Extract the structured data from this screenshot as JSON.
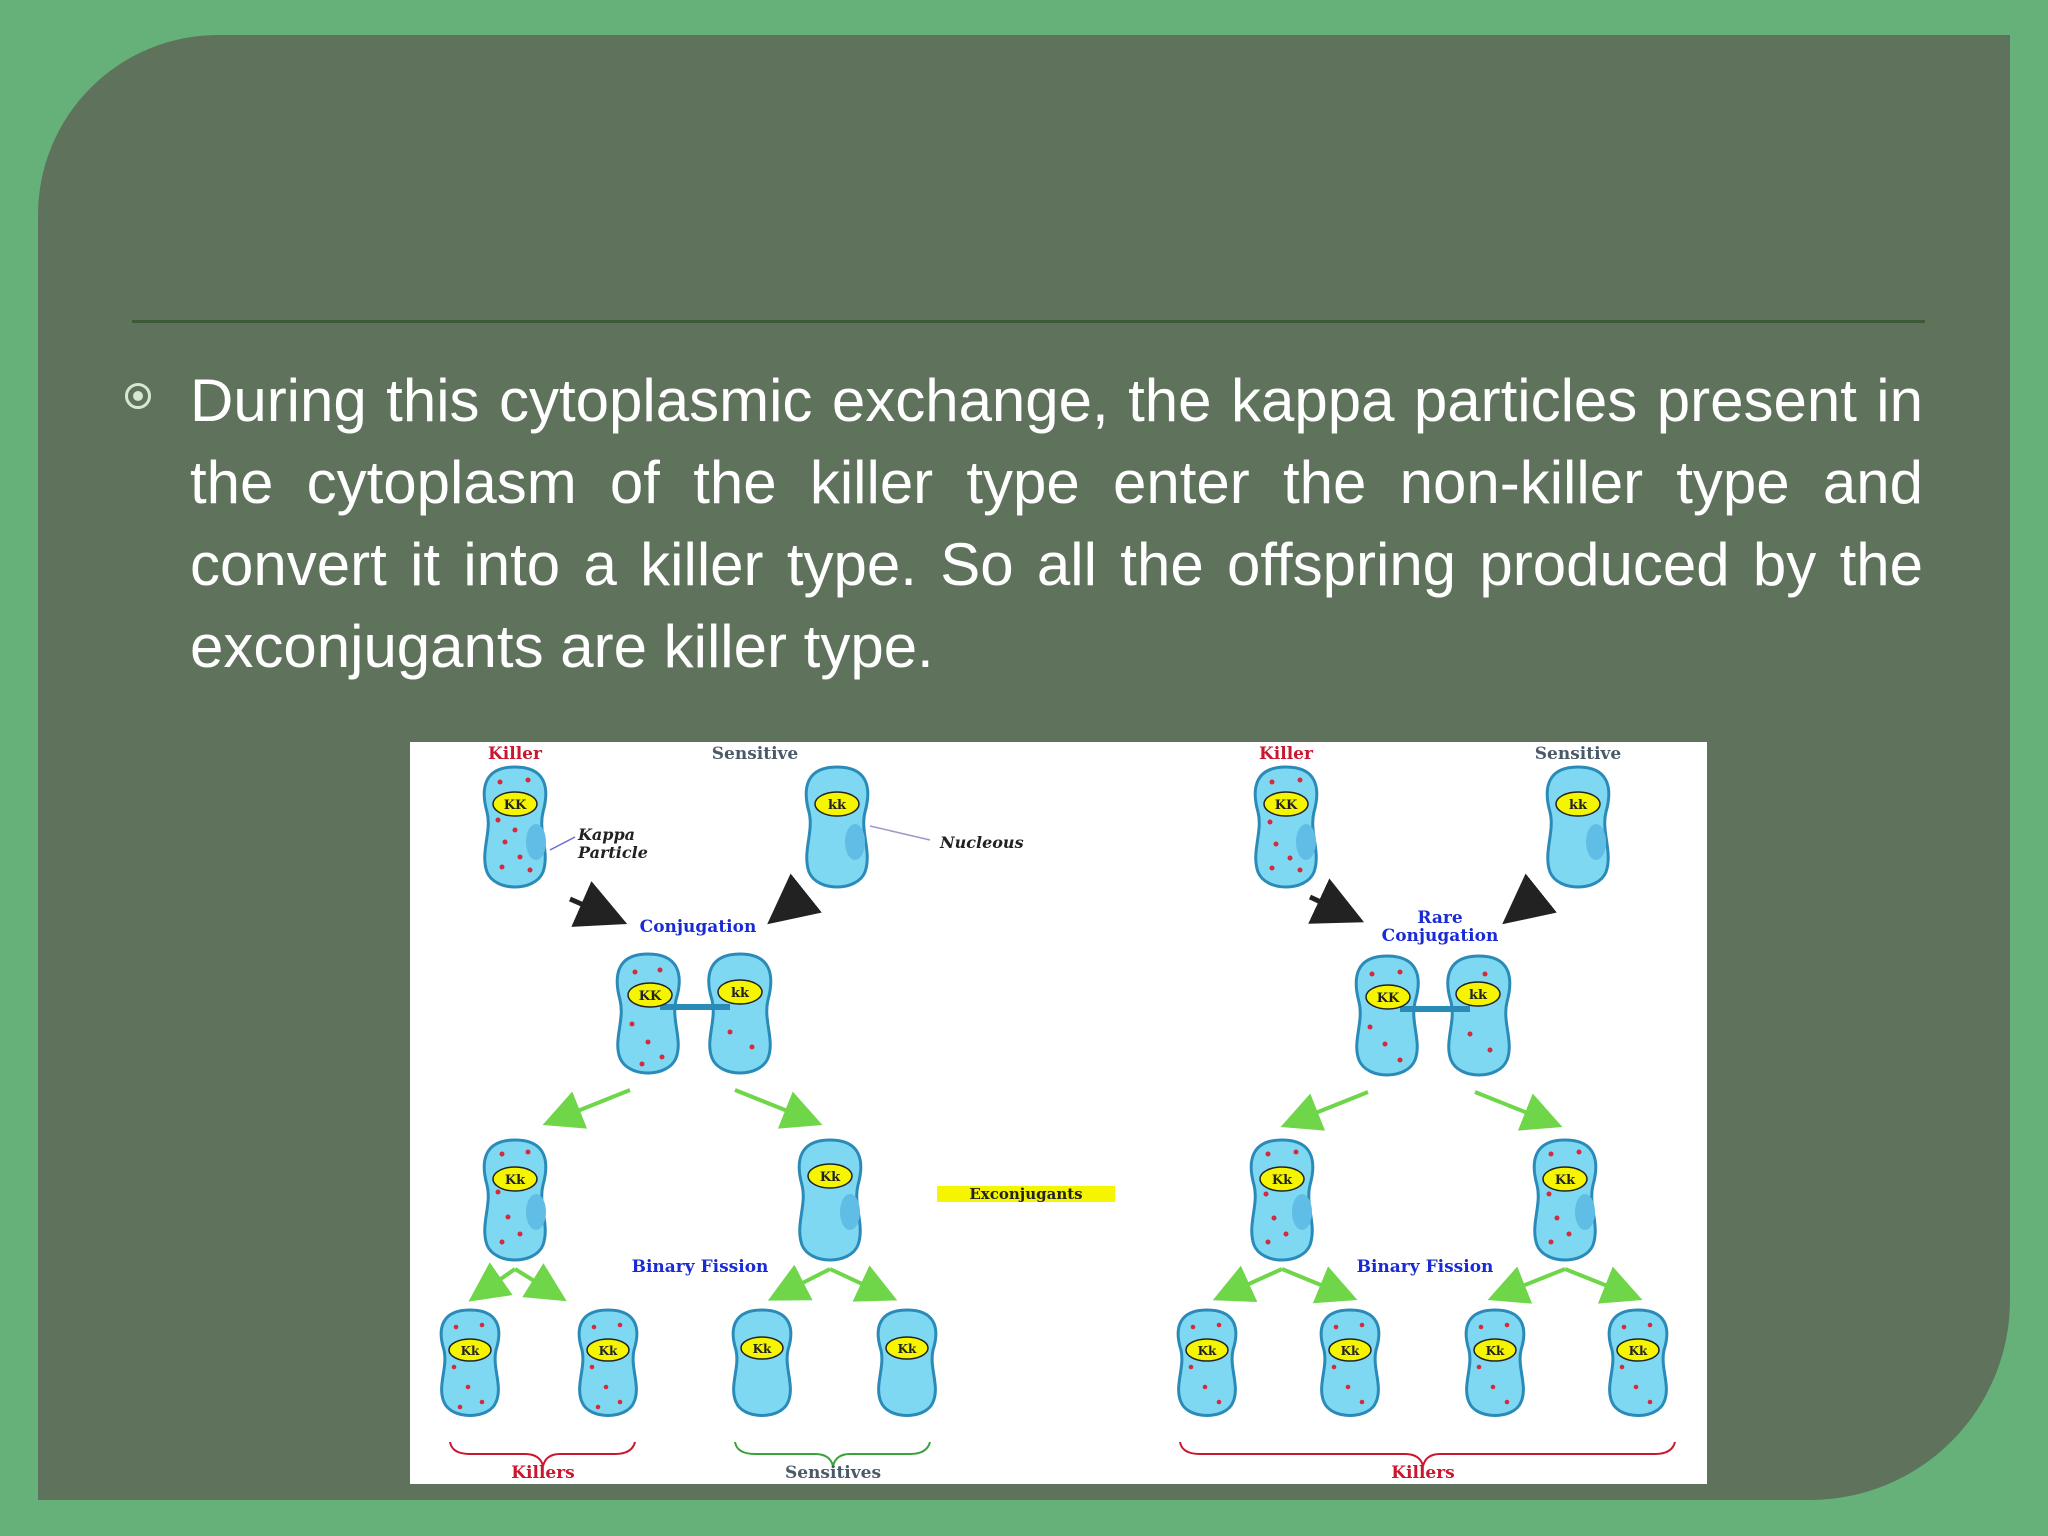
{
  "slide": {
    "bullet_text": "During this cytoplasmic exchange, the kappa particles present in the cytoplasm of the killer type enter the non-killer type and convert it into a killer type. So all the offspring produced by the exconjugants are killer type."
  },
  "diagram": {
    "left": {
      "killer_label": "Killer",
      "sensitive_label": "Sensitive",
      "kappa_label_1": "Kappa",
      "kappa_label_2": "Particle",
      "nucleous_label": "Nucleous",
      "conjugation_label": "Conjugation",
      "fission_label": "Binary Fission",
      "killers_label": "Killers",
      "sensitives_label": "Sensitives"
    },
    "right": {
      "killer_label": "Killer",
      "sensitive_label": "Sensitive",
      "rare_label": "Rare",
      "conjugation_label": "Conjugation",
      "fission_label": "Binary Fission",
      "killers_label": "Killers"
    },
    "exconjugants_label": "Exconjugants",
    "genotypes": {
      "KK": "KK",
      "kk": "kk",
      "Kk": "Kk"
    }
  }
}
